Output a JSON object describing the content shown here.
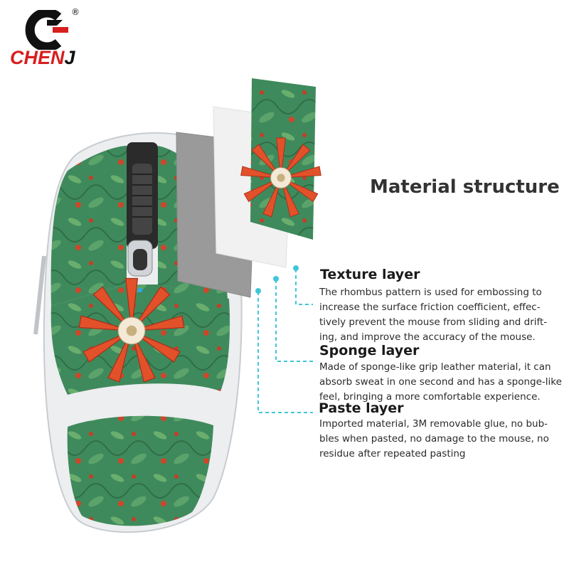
{
  "brand": {
    "name": "CHENJ",
    "registered_mark": "®",
    "logo_icon": "c-logo-icon",
    "colors": {
      "black": "#111111",
      "red": "#d81e1e"
    }
  },
  "heading": "Material structure",
  "layers": [
    {
      "title": "Texture layer",
      "lines": [
        "The rhombus pattern is used for embossing to",
        "increase the surface friction coefficient, effec-",
        "tively prevent the mouse from sliding and drift-",
        "ing, and improve the accuracy of the mouse."
      ]
    },
    {
      "title": "Sponge layer",
      "lines": [
        "Made of sponge-like grip leather material, it can",
        "absorb sweat in one second and has a sponge-like",
        "feel, bringing a more comfortable experience."
      ]
    },
    {
      "title": "Paste layer",
      "lines": [
        "Imported material, 3M removable glue, no bub-",
        "bles when pasted, no damage to the mouse, no",
        "residue after repeated pasting"
      ]
    }
  ],
  "colors": {
    "connector": "#3fc6d8",
    "skin_green": "#3f8a5c",
    "flower_red": "#e2512a",
    "sponge_gray": "#9a9a9a",
    "paste_white": "#f1f1f1",
    "mouse_white": "#eceef0"
  }
}
